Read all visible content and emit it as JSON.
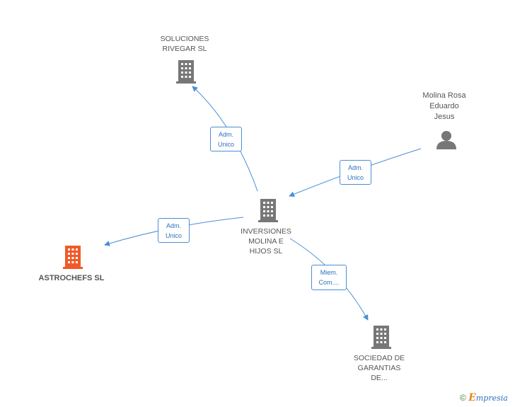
{
  "nodes": {
    "soluciones": {
      "label_line1": "SOLUCIONES",
      "label_line2": "RIVEGAR SL",
      "color": "#777777",
      "icon": "building-icon"
    },
    "molina": {
      "label_line1": "Molina Rosa",
      "label_line2": "Eduardo",
      "label_line3": "Jesus",
      "color": "#777777",
      "icon": "person-icon"
    },
    "inversiones": {
      "label_line1": "INVERSIONES",
      "label_line2": "MOLINA E",
      "label_line3": "HIJOS SL",
      "color": "#777777",
      "icon": "building-icon"
    },
    "astrochefs": {
      "label": "ASTROCHEFS SL",
      "color": "#f05a28",
      "icon": "building-icon"
    },
    "sociedad": {
      "label_line1": "SOCIEDAD DE",
      "label_line2": "GARANTIAS",
      "label_line3": "DE...",
      "color": "#777777",
      "icon": "building-icon"
    }
  },
  "edges": {
    "to_soluciones": {
      "line1": "Adm.",
      "line2": "Unico"
    },
    "molina_to_inversiones": {
      "line1": "Adm.",
      "line2": "Unico"
    },
    "to_astrochefs": {
      "line1": "Adm.",
      "line2": "Unico"
    },
    "to_sociedad": {
      "line1": "Miem.",
      "line2": "Com...."
    }
  },
  "colors": {
    "edge": "#4a8fd6",
    "edge_label_text": "#2f6fbf"
  },
  "footer": {
    "copyright": "©",
    "brand_first": "E",
    "brand_rest": "mpresia"
  }
}
